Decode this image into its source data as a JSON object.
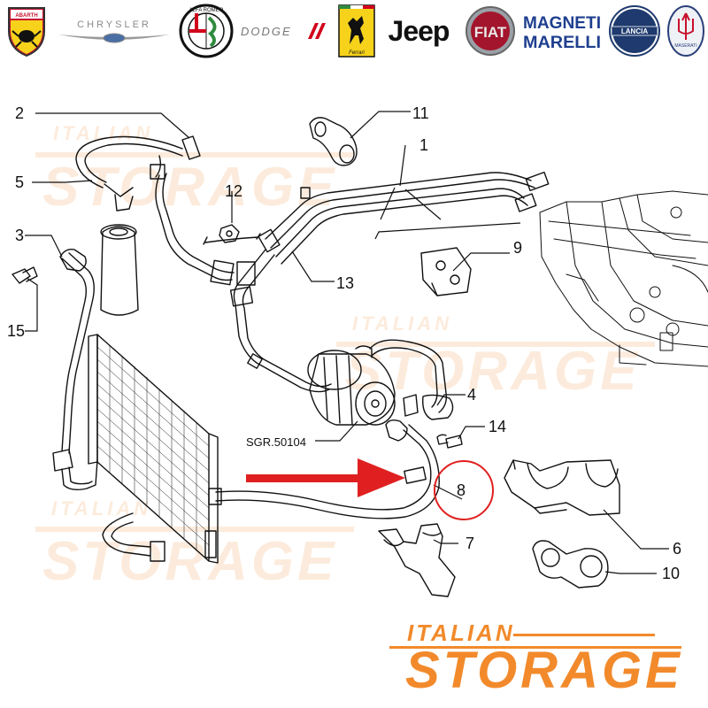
{
  "brands": [
    {
      "name": "ABARTH",
      "icon": "abarth-logo-icon"
    },
    {
      "name": "CHRYSLER",
      "icon": "chrysler-logo-icon"
    },
    {
      "name": "ALFA ROMEO",
      "icon": "alfa-romeo-logo-icon"
    },
    {
      "name": "DODGE",
      "icon": "dodge-logo-icon"
    },
    {
      "name": "Ferrari",
      "icon": "ferrari-logo-icon"
    },
    {
      "name": "Jeep",
      "icon": "jeep-logo-icon"
    },
    {
      "name": "FIAT",
      "icon": "fiat-logo-icon"
    },
    {
      "name": "MAGNETI MARELLI",
      "icon": "magneti-marelli-logo-icon"
    },
    {
      "name": "LANCIA",
      "icon": "lancia-logo-icon"
    },
    {
      "name": "MASERATI",
      "icon": "maserati-logo-icon"
    }
  ],
  "diagram": {
    "callouts": [
      "1",
      "2",
      "3",
      "4",
      "5",
      "6",
      "7",
      "8",
      "9",
      "10",
      "11",
      "12",
      "13",
      "14",
      "15"
    ],
    "part_code": "SGR.50104",
    "highlighted_callout": "8",
    "arrow_color": "#e02020",
    "line_color": "#111111"
  },
  "watermark": {
    "line1": "ITALIAN",
    "line2": "STORAGE",
    "color": "#f28a2b"
  },
  "footer_logo": {
    "line1": "ITALIAN",
    "line2": "STORAGE"
  }
}
